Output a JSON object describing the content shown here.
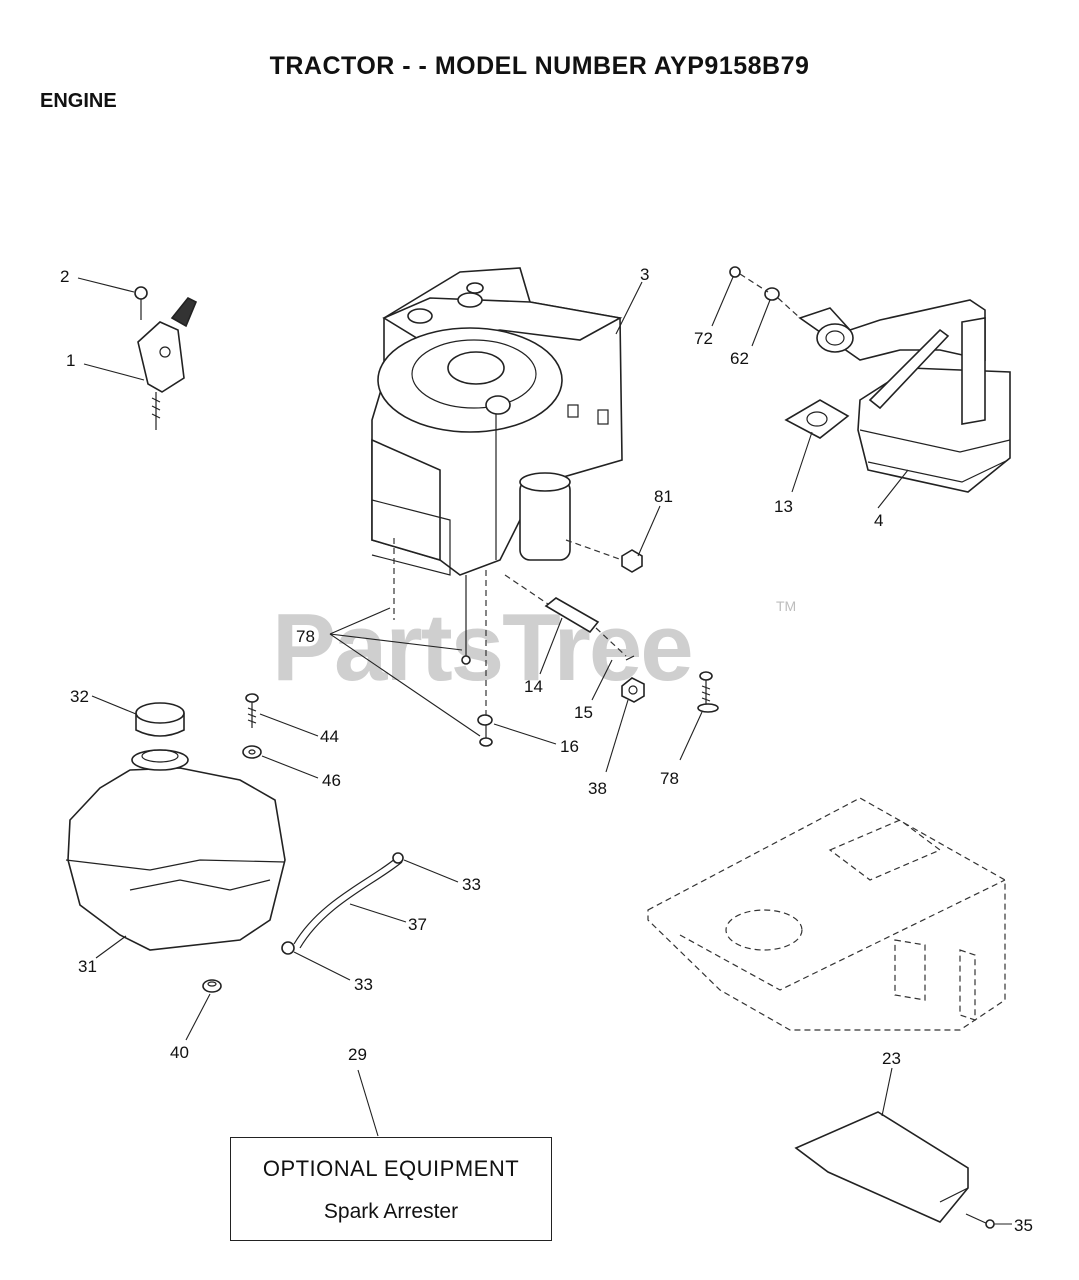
{
  "header": {
    "title": "TRACTOR - - MODEL NUMBER AYP9158B79",
    "section": "ENGINE"
  },
  "watermark": {
    "brand": "PartsTree",
    "trademark": "TM"
  },
  "callouts": {
    "c2": "2",
    "c1": "1",
    "c3": "3",
    "c72": "72",
    "c62": "62",
    "c13": "13",
    "c4": "4",
    "c81": "81",
    "c78a": "78",
    "c14": "14",
    "c15": "15",
    "c16": "16",
    "c38": "38",
    "c78b": "78",
    "c32": "32",
    "c44": "44",
    "c46": "46",
    "c33a": "33",
    "c37": "37",
    "c33b": "33",
    "c31": "31",
    "c40": "40",
    "c29": "29",
    "c23": "23",
    "c35": "35"
  },
  "optional_box": {
    "heading": "OPTIONAL EQUIPMENT",
    "item": "Spark Arrester"
  }
}
